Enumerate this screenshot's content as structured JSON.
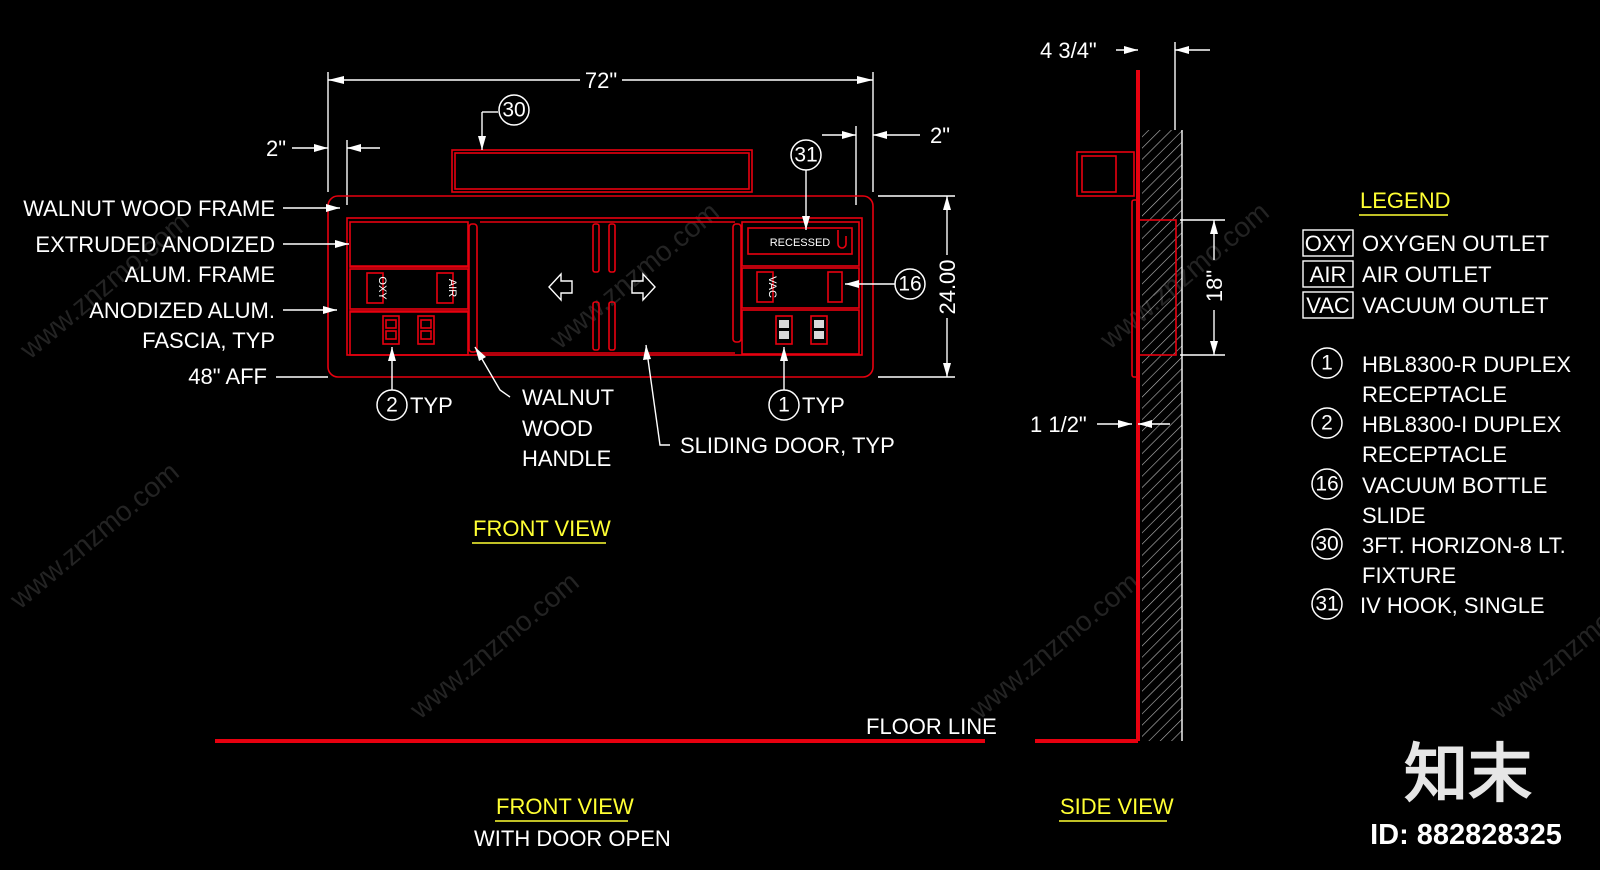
{
  "front_view": {
    "dim_width": "72\"",
    "dim_left_margin": "2\"",
    "dim_right_margin": "2\"",
    "dim_height": "24.00",
    "callout_light": "30",
    "callout_hook": "31",
    "callout_slide": "16",
    "recessed_label": "RECESSED",
    "oxy_tag": "OXY",
    "air_tag": "AIR",
    "vac_tag": "VAC",
    "labels": {
      "walnut_wood_frame": "WALNUT WOOD FRAME",
      "extruded_1": "EXTRUDED ANODIZED",
      "extruded_2": "ALUM. FRAME",
      "fascia_1": "ANODIZED ALUM.",
      "fascia_2": "FASCIA, TYP",
      "aff": "48\" AFF",
      "typ2_num": "2",
      "typ2": "TYP",
      "handle_1": "WALNUT",
      "handle_2": "WOOD",
      "handle_3": "HANDLE",
      "typ1_num": "1",
      "typ1": "TYP",
      "sliding_door": "SLIDING DOOR, TYP"
    },
    "title": "FRONT VIEW"
  },
  "front_open_view": {
    "title": "FRONT VIEW",
    "subtitle": "WITH DOOR OPEN",
    "floor_line": "FLOOR LINE"
  },
  "side_view": {
    "title": "SIDE VIEW",
    "dim_depth": "4 3/4\"",
    "dim_height": "18\"",
    "dim_bottom": "1 1/2\""
  },
  "legend": {
    "title": "LEGEND",
    "tags": [
      {
        "tag": "OXY",
        "text": "OXYGEN OUTLET"
      },
      {
        "tag": "AIR",
        "text": "AIR OUTLET"
      },
      {
        "tag": "VAC",
        "text": "VACUUM OUTLET"
      }
    ],
    "items": [
      {
        "num": "1",
        "line1": "HBL8300-R DUPLEX",
        "line2": "RECEPTACLE"
      },
      {
        "num": "2",
        "line1": "HBL8300-I DUPLEX",
        "line2": "RECEPTACLE"
      },
      {
        "num": "16",
        "line1": "VACUUM BOTTLE",
        "line2": "SLIDE"
      },
      {
        "num": "30",
        "line1": "3FT. HORIZON-8 LT.",
        "line2": "FIXTURE"
      },
      {
        "num": "31",
        "line1": "IV HOOK, SINGLE",
        "line2": ""
      }
    ]
  },
  "watermark": {
    "site": "www.znzmo.com",
    "brand": "知末",
    "id_text": "ID: 882828325"
  },
  "colors": {
    "background": "#000000",
    "line": "#ffffff",
    "red": "#e8000f",
    "title_yellow": "#ffff33"
  }
}
